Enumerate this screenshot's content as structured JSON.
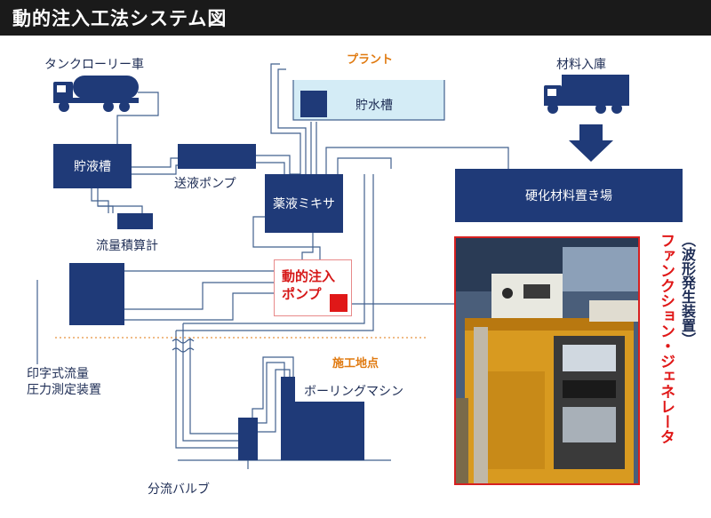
{
  "title": "動的注入工法システム図",
  "labels": {
    "tank_truck": "タンクローリー車",
    "liquid_tank": "貯液槽",
    "transfer_pump": "送液ポンプ",
    "flow_meter": "流量積算計",
    "plant": "プラント",
    "water_tank": "貯水槽",
    "mixer": "薬液ミキサ",
    "pump": "動的注入\nポンプ",
    "material_receiving": "材料入庫",
    "storage": "硬化材料置き場",
    "recorder": "印字式流量\n圧力測定装置",
    "site": "施工地点",
    "boring_machine": "ボーリングマシン",
    "valve": "分流バルブ",
    "function_generator": "ファンクション・ジェネレータ",
    "wave_device": "（波形発生装置）"
  },
  "colors": {
    "navy": "#1f3a78",
    "pipe": "#42608e",
    "water": "#d4ecf6",
    "orange": "#e07a10",
    "red": "#e01818",
    "title_bg": "#1a1a1a"
  }
}
